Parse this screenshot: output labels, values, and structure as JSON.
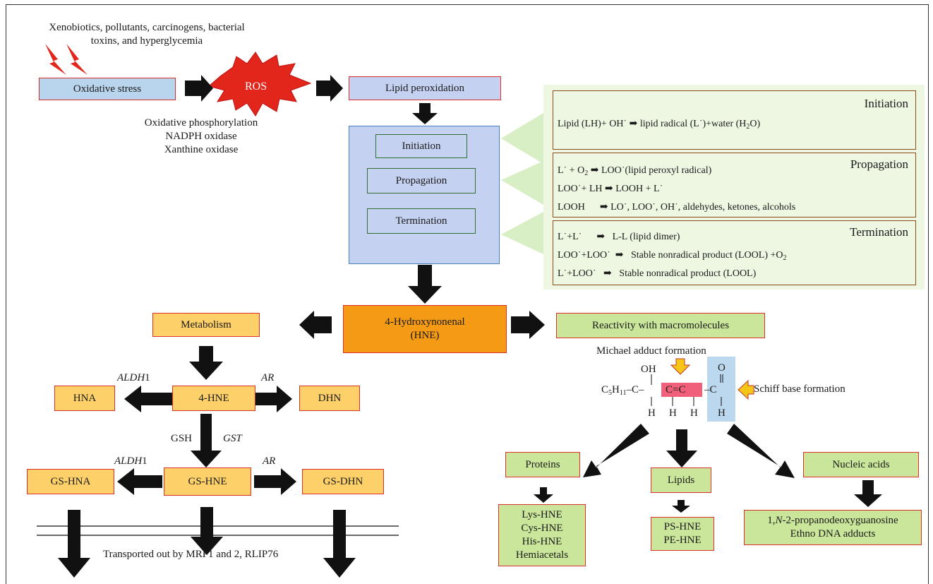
{
  "top_note": {
    "line1": "Xenobiotics, pollutants, carcinogens, bacterial",
    "line2": "toxins, and hyperglycemia"
  },
  "oxidative_stress": "Oxidative stress",
  "ros": "ROS",
  "ros_sources": [
    "Oxidative phosphorylation",
    "NADPH oxidase",
    "Xanthine oxidase"
  ],
  "lipid_peroxidation": "Lipid peroxidation",
  "stages": [
    "Initiation",
    "Propagation",
    "Termination"
  ],
  "equations": {
    "initiation_title": "Initiation",
    "propagation_title": "Propagation",
    "termination_title": "Termination",
    "init_left": "Lipid (LH)+ OH˙",
    "init_right": "lipid radical (L˙)+water (H",
    "init_sub": "2",
    "init_end": "O)",
    "prop1_left": "L˙ +   O",
    "prop1_sub": "2",
    "prop1_right": "LOO˙(lipid peroxyl radical)",
    "prop2_left": "LOO˙+ LH",
    "prop2_right": "LOOH + L˙",
    "prop3_left": "LOOH",
    "prop3_right": "LO˙, LOO˙, OH˙, aldehydes, ketones, alcohols",
    "term1_left": "L˙+L˙",
    "term1_right": "L-L (lipid dimer)",
    "term2_left": "LOO˙+LOO˙",
    "term2_right": "Stable nonradical product (LOOL) +O",
    "term2_sub": "2",
    "term3_left": "L˙+LOO˙",
    "term3_right": "Stable nonradical product (LOOL)"
  },
  "hne": {
    "line1": "4-Hydroxynonenal",
    "line2": "(HNE)"
  },
  "metabolism": "Metabolism",
  "reactivity": "Reactivity with macromolecules",
  "met": {
    "hna": "HNA",
    "four_hne": "4-HNE",
    "dhn": "DHN",
    "aldh1_a": "ALDH",
    "aldh1_a_num": "1",
    "ar_a": "AR",
    "gsh": "GSH",
    "gst": "GST",
    "gs_hna": "GS-HNA",
    "gs_hne": "GS-HNE",
    "gs_dhn": "GS-DHN",
    "aldh1_b": "ALDH",
    "aldh1_b_num": "1",
    "ar_b": "AR"
  },
  "transport": "Transported out by MRP1 and 2, RLIP76",
  "structure": {
    "michael": "Michael adduct formation",
    "schiff": "Schiff base formation",
    "oh": "OH",
    "o": "O",
    "c5": "C",
    "c5_sub1": "5",
    "c5_h": "H",
    "c5_sub2": "11",
    "chain": "–C–",
    "cc": "C=C",
    "c_ald": "–C",
    "h1": "H",
    "h2": "H",
    "h3": "H",
    "h4": "H"
  },
  "targets": {
    "proteins": "Proteins",
    "lipids": "Lipids",
    "nucleic": "Nucleic acids",
    "protein_adducts": [
      "Lys-HNE",
      "Cys-HNE",
      "His-HNE",
      "Hemiacetals"
    ],
    "lipid_adducts": [
      "PS-HNE",
      "PE-HNE"
    ],
    "nucleic_adducts_1_pre": "1,",
    "nucleic_adducts_1_it": "N",
    "nucleic_adducts_1_post": "-2-propanodeoxyguanosine",
    "nucleic_adducts_2": "Ethno DNA adducts"
  },
  "colors": {
    "border_red": "#d9302a",
    "ros_red": "#e2261b",
    "arrow": "#111111",
    "highlight_pink": "#f0607a",
    "highlight_blue": "#bcd8ef",
    "yellow_arrow": "#f5c518"
  }
}
